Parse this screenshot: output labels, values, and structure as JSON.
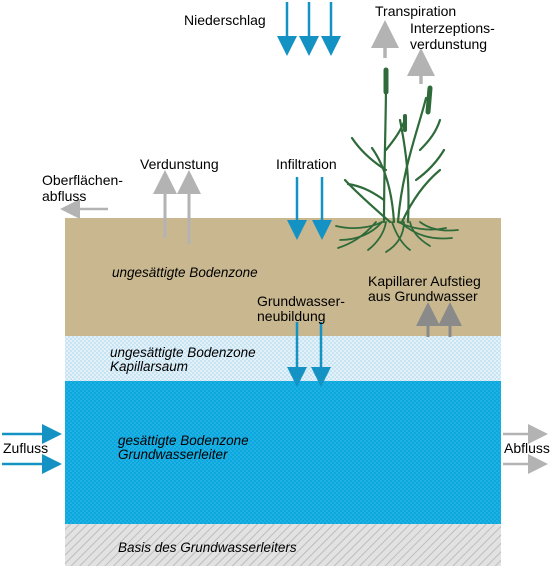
{
  "labels": {
    "niederschlag": "Niederschlag",
    "transpiration": "Transpiration",
    "interzeption_1": "Interzeptions-",
    "interzeption_2": "verdunstung",
    "oberflaechen_1": "Oberflächen-",
    "oberflaechen_2": "abfluss",
    "verdunstung": "Verdunstung",
    "infiltration": "Infiltration",
    "ungesaettigt": "ungesättigte Bodenzone",
    "kapillar_1": "Kapillarer Aufstieg",
    "kapillar_2": "aus Grundwasser",
    "gwneu_1": "Grundwasser-",
    "gwneu_2": "neubildung",
    "kapsaum_1": "ungesättigte Bodenzone",
    "kapsaum_2": "Kapillarsaum",
    "gesaettigt_1": "gesättigte Bodenzone",
    "gesaettigt_2": "Grundwasserleiter",
    "zufluss": "Zufluss",
    "abfluss": "Abfluss",
    "basis": "Basis des Grundwasserleiters"
  },
  "colors": {
    "soil": "#c9b88f",
    "capillary": "#dcecf6",
    "aquifer": "#0aa8df",
    "base": "#d9d9d9",
    "water_arrow": "#1592c4",
    "gray_arrow": "#b3b3b3",
    "plant": "#2f6b3a"
  }
}
